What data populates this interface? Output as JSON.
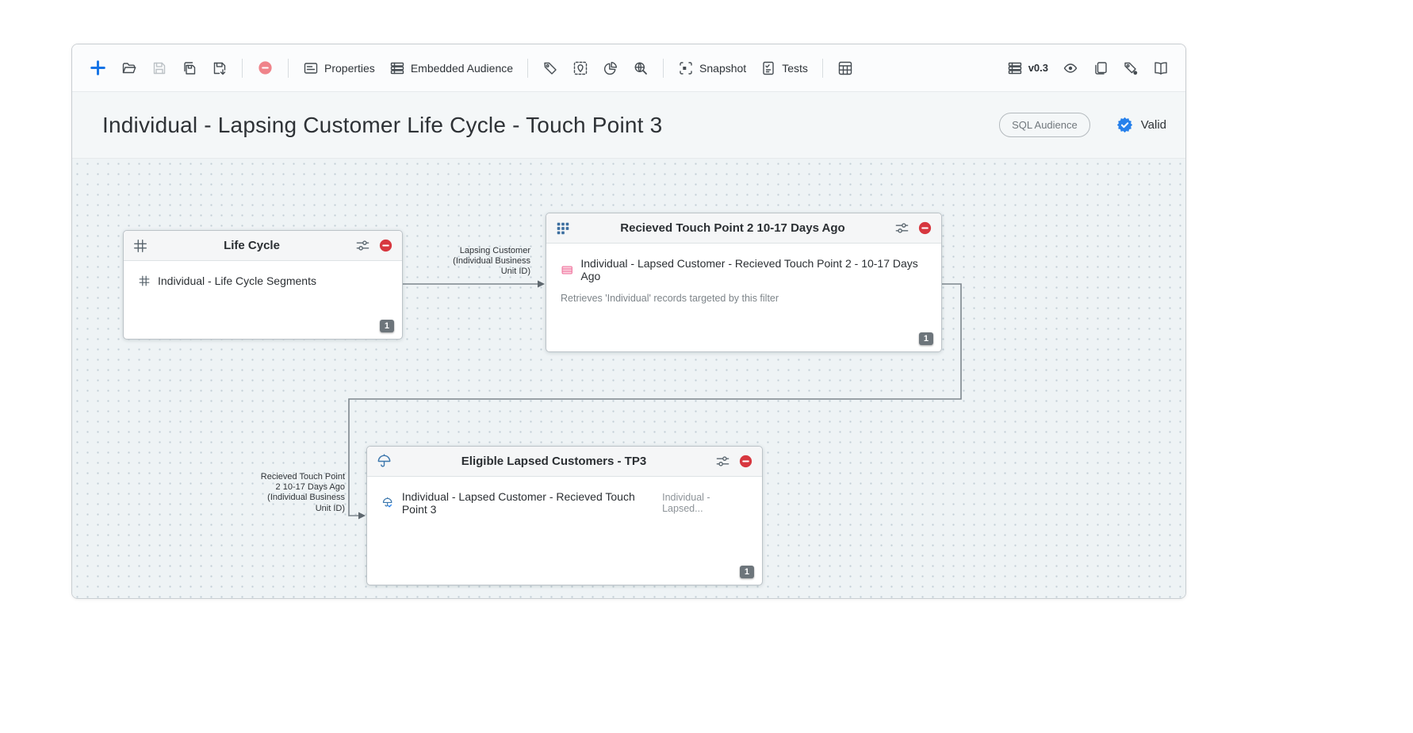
{
  "toolbar": {
    "properties_label": "Properties",
    "embedded_audience_label": "Embedded Audience",
    "snapshot_label": "Snapshot",
    "tests_label": "Tests",
    "version_label": "v0.3"
  },
  "header": {
    "title": "Individual - Lapsing Customer Life Cycle - Touch Point 3",
    "sql_audience_label": "SQL Audience",
    "status_label": "Valid"
  },
  "canvas": {
    "nodes": [
      {
        "title": "Life Cycle",
        "row_label": "Individual - Life Cycle Segments",
        "badge": "1"
      },
      {
        "title": "Recieved Touch Point 2 10-17 Days Ago",
        "row_label": "Individual - Lapsed Customer - Recieved Touch Point 2 - 10-17 Days Ago",
        "subtext": "Retrieves 'Individual' records targeted by this filter",
        "badge": "1"
      },
      {
        "title": "Eligible Lapsed Customers - TP3",
        "row_label": "Individual - Lapsed Customer - Recieved Touch Point 3",
        "row_secondary": "Individual - Lapsed...",
        "badge": "1"
      }
    ],
    "edges": [
      {
        "label": "Lapsing Customer\n(Individual Business\nUnit ID)"
      },
      {
        "label": "Recieved Touch Point\n2 10-17 Days Ago\n(Individual Business\nUnit ID)"
      }
    ]
  },
  "colors": {
    "accent": "#1473e6",
    "danger": "#d7373f",
    "valid_seal": "#2680eb",
    "node_icon_blue": "#3c77ad",
    "dataset_pink": "#ef6a97"
  }
}
